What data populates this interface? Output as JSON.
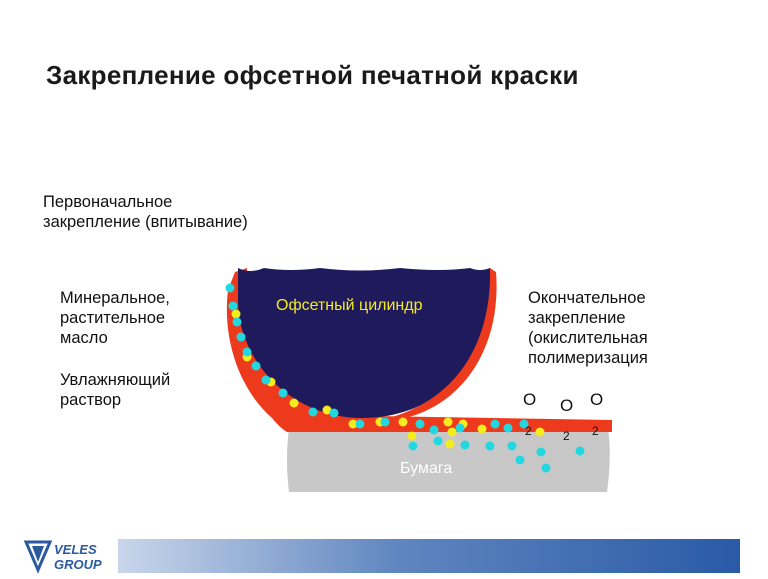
{
  "title": "Закрепление офсетной печатной краски",
  "labels": {
    "initial": [
      "Первоначальное",
      "закрепление (впитывание)"
    ],
    "oil": [
      "Минеральное,",
      "растительное",
      "масло"
    ],
    "dampening": [
      "Увлажняющий",
      "раствор"
    ],
    "final": [
      "Окончательное",
      "закрепление",
      "(окислительная",
      "полимеризация"
    ]
  },
  "diagram": {
    "cylinder_label": "Офсетный цилиндр",
    "paper_label": "Бумага",
    "oxygen": {
      "symbol": "O",
      "subscript": "2"
    }
  },
  "colors": {
    "cylinder": "#1f1a5c",
    "ink": "#ee3a1c",
    "paper": "#c8c8c8",
    "oil_dots": "#f5ec1e",
    "water_dots": "#22d8e0",
    "cylinder_text": "#f5ec1e",
    "paper_text": "#ffffff"
  },
  "logo": {
    "line1": "VELES",
    "line2": "GROUP"
  }
}
